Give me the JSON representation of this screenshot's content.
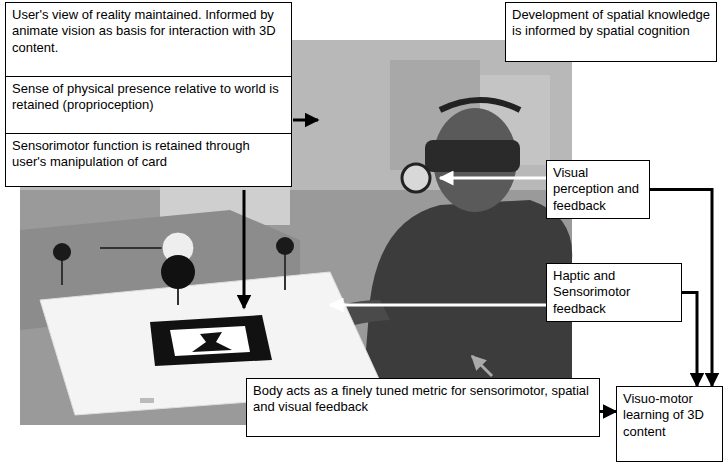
{
  "diagram": {
    "nodes": [
      {
        "text": [
          "User's view of reality maintained. Informed by animate vision as basis for interaction with 3D content."
        ]
      },
      {
        "text": [
          "Sense of physical presence relative to world is retained (proprioception)"
        ]
      },
      {
        "text": [
          "Sensorimotor function is retained through user's manipulation of card"
        ]
      },
      {
        "text": [
          "Development of spatial knowledge is informed by spatial cognition"
        ]
      },
      {
        "text": [
          "Visual perception and feedback"
        ]
      },
      {
        "text": [
          "Haptic and Sensorimotor feedback"
        ]
      },
      {
        "text": [
          "Body acts as a finely tuned metric for sensorimotor, spatial and visual feedback"
        ]
      },
      {
        "text": [
          "Visuo-motor learning of 3D content"
        ]
      }
    ],
    "edges": [
      {
        "from": 4,
        "to": 7,
        "arrow": "to"
      },
      {
        "from": 5,
        "to": 7,
        "arrow": "to"
      },
      {
        "from": 6,
        "to": 7,
        "arrow": "to"
      }
    ]
  }
}
